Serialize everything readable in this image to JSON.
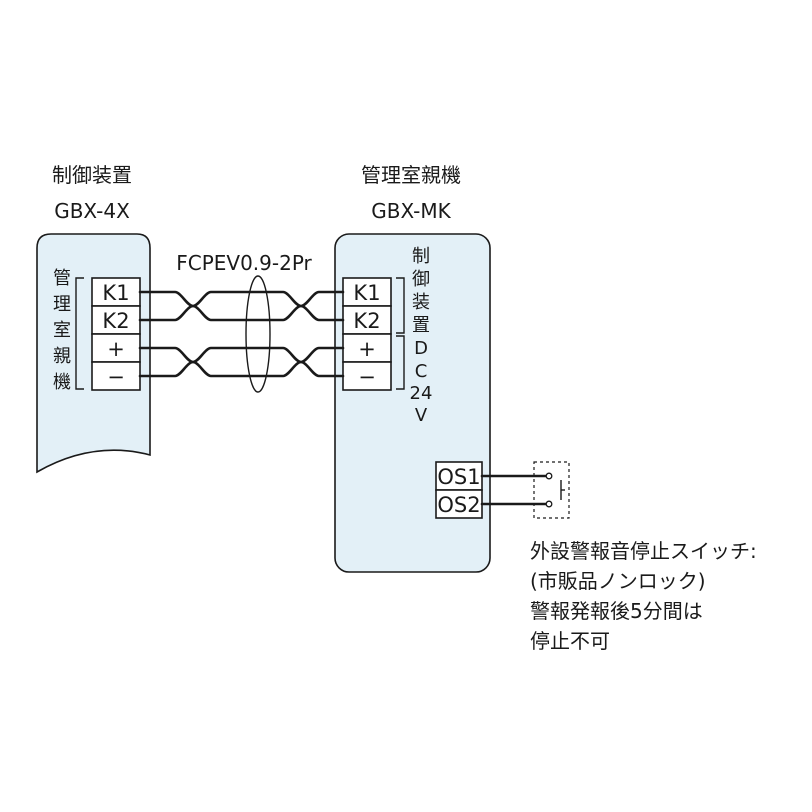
{
  "left_unit": {
    "name": "制御装置",
    "model": "GBX-4X",
    "side_label": [
      "管",
      "理",
      "室",
      "親",
      "機"
    ],
    "terminals": [
      "K1",
      "K2",
      "+",
      "−"
    ]
  },
  "right_unit": {
    "name": "管理室親機",
    "model": "GBX-MK",
    "side_label_top": [
      "制",
      "御",
      "装",
      "置"
    ],
    "side_label_bottom": [
      "D",
      "C",
      "24",
      "V"
    ],
    "terminals": [
      "K1",
      "K2",
      "+",
      "−"
    ],
    "switch_terminals": [
      "OS1",
      "OS2"
    ]
  },
  "cable": {
    "label": "FCPEV0.9-2Pr"
  },
  "switch_note": [
    "外設警報音停止スイッチ:",
    "(市販品ノンロック)",
    "警報発報後5分間は",
    "停止不可"
  ],
  "colors": {
    "unit_fill": "#e3f0f7",
    "line": "#1a1a1a"
  }
}
